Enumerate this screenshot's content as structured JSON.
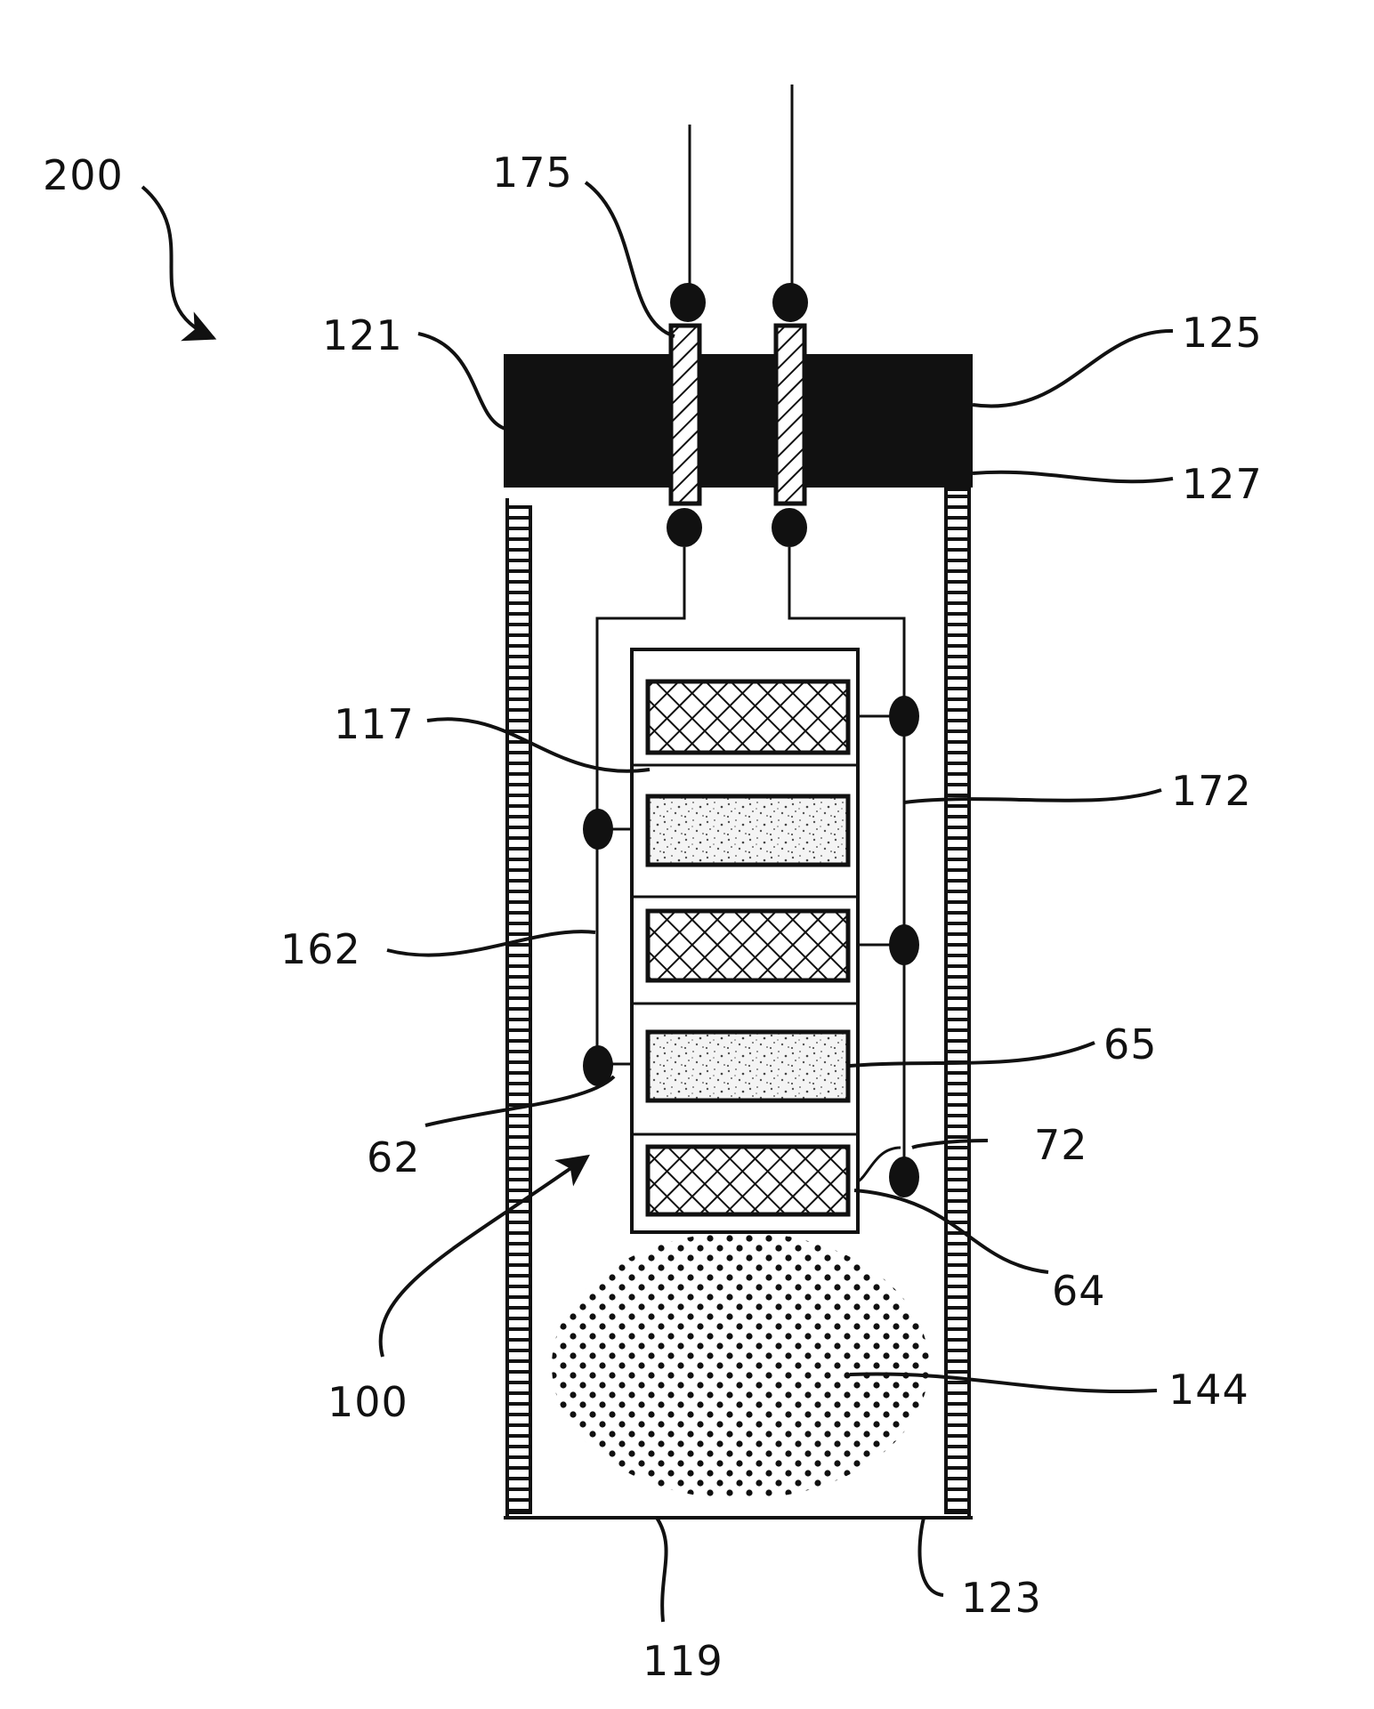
{
  "figure": {
    "labels": {
      "l200": "200",
      "l175": "175",
      "l121": "121",
      "l125": "125",
      "l127": "127",
      "l117": "117",
      "l172": "172",
      "l162": "162",
      "l65": "65",
      "l62": "62",
      "l72": "72",
      "l100": "100",
      "l64": "64",
      "l144": "144",
      "l123": "123",
      "l119": "119"
    },
    "colors": {
      "ink": "#111111",
      "paper": "#ffffff"
    }
  }
}
